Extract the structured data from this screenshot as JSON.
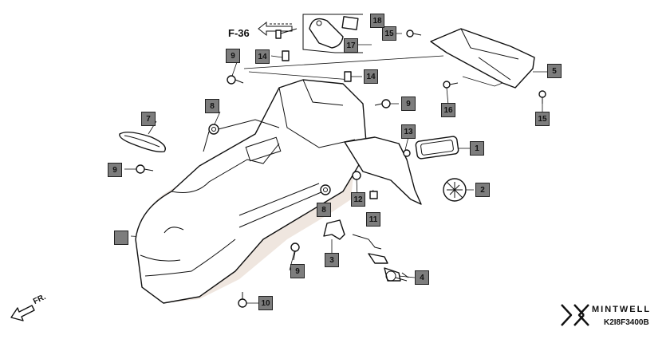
{
  "diagram": {
    "ref_f36": "F-36",
    "direction": "FR.",
    "brand": "MINTWELL",
    "code": "K2I8F3400B",
    "callouts": [
      {
        "id": "c1",
        "text": "1"
      },
      {
        "id": "c2",
        "text": "2"
      },
      {
        "id": "c3",
        "text": "3"
      },
      {
        "id": "c4",
        "text": "4"
      },
      {
        "id": "c5",
        "text": "5"
      },
      {
        "id": "c6",
        "text": ""
      },
      {
        "id": "c7",
        "text": "7"
      },
      {
        "id": "c8a",
        "text": "8"
      },
      {
        "id": "c8b",
        "text": "8"
      },
      {
        "id": "c9a",
        "text": "9"
      },
      {
        "id": "c9b",
        "text": "9"
      },
      {
        "id": "c9c",
        "text": "9"
      },
      {
        "id": "c9d",
        "text": "9"
      },
      {
        "id": "c10",
        "text": "10"
      },
      {
        "id": "c11",
        "text": "11"
      },
      {
        "id": "c12",
        "text": "12"
      },
      {
        "id": "c13",
        "text": "13"
      },
      {
        "id": "c14a",
        "text": "14"
      },
      {
        "id": "c14b",
        "text": "14"
      },
      {
        "id": "c15a",
        "text": "15"
      },
      {
        "id": "c15b",
        "text": "15"
      },
      {
        "id": "c16",
        "text": "16"
      },
      {
        "id": "c17",
        "text": "17"
      },
      {
        "id": "c18",
        "text": "18"
      }
    ]
  }
}
